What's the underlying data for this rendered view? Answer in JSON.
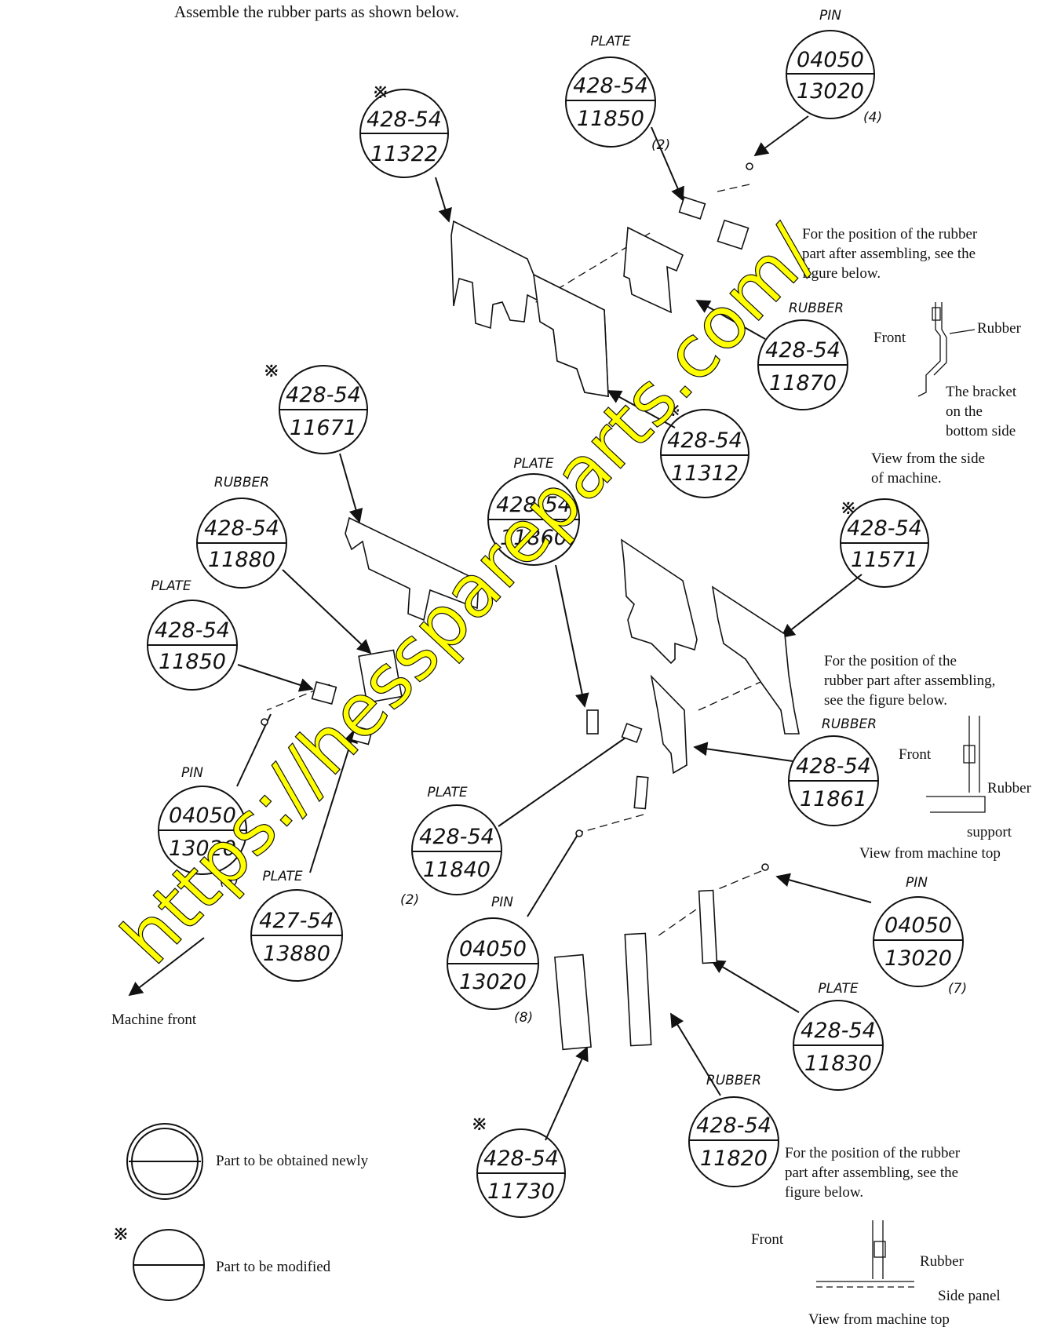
{
  "page": {
    "heading": "Assemble the rubber parts as shown below.",
    "machine_front": "Machine front",
    "watermark": "https://hesspareparts.com/"
  },
  "notes": {
    "note1_l1": "For the position of the rubber",
    "note1_l2": "part after assembling, see the",
    "note1_l3": "figure below.",
    "note2_l1": "For the position of the",
    "note2_l2": "rubber part after assembling,",
    "note2_l3": "see the figure below.",
    "note3_l1": "For the position of the rubber",
    "note3_l2": "part after assembling, see the",
    "note3_l3": "figure below."
  },
  "insets": {
    "side": {
      "front": "Front",
      "rubber": "Rubber",
      "bracket_l1": "The bracket",
      "bracket_l2": "on the",
      "bracket_l3": "bottom side",
      "caption_l1": "View from the side",
      "caption_l2": "of machine."
    },
    "top1": {
      "front": "Front",
      "rubber": "Rubber",
      "support": "support",
      "caption": "View from machine top"
    },
    "top2": {
      "front": "Front",
      "rubber": "Rubber",
      "panel": "Side panel",
      "caption": "View from machine top"
    }
  },
  "legend": {
    "new": "Part to be obtained newly",
    "modified": "Part to be modified",
    "mark": "※"
  },
  "callouts": [
    {
      "id": "c11322",
      "top": "428-54",
      "bottom": "11322",
      "label": "※",
      "qty": ""
    },
    {
      "id": "c11850a",
      "top": "428-54",
      "bottom": "11850",
      "label": "PLATE",
      "qty": "(2)"
    },
    {
      "id": "c13020a",
      "top": "04050",
      "bottom": "13020",
      "label": "PIN",
      "qty": "(4)"
    },
    {
      "id": "c11870",
      "top": "428-54",
      "bottom": "11870",
      "label": "RUBBER",
      "qty": ""
    },
    {
      "id": "c11312",
      "top": "428-54",
      "bottom": "11312",
      "label": "※",
      "qty": ""
    },
    {
      "id": "c11671",
      "top": "428-54",
      "bottom": "11671",
      "label": "※",
      "qty": ""
    },
    {
      "id": "c11880",
      "top": "428-54",
      "bottom": "11880",
      "label": "RUBBER",
      "qty": ""
    },
    {
      "id": "c11850b",
      "top": "428-54",
      "bottom": "11850",
      "label": "PLATE",
      "qty": ""
    },
    {
      "id": "c11860",
      "top": "428-54",
      "bottom": "11860",
      "label": "PLATE",
      "qty": ""
    },
    {
      "id": "c11571",
      "top": "428-54",
      "bottom": "11571",
      "label": "※",
      "qty": ""
    },
    {
      "id": "c11861",
      "top": "428-54",
      "bottom": "11861",
      "label": "RUBBER",
      "qty": ""
    },
    {
      "id": "c13020b",
      "top": "04050",
      "bottom": "13020",
      "label": "PIN",
      "qty": "(3)"
    },
    {
      "id": "c13880",
      "top": "427-54",
      "bottom": "13880",
      "label": "PLATE",
      "qty": ""
    },
    {
      "id": "c11840",
      "top": "428-54",
      "bottom": "11840",
      "label": "PLATE",
      "qty": "(2)"
    },
    {
      "id": "c13020c",
      "top": "04050",
      "bottom": "13020",
      "label": "PIN",
      "qty": "(8)"
    },
    {
      "id": "c13020d",
      "top": "04050",
      "bottom": "13020",
      "label": "PIN",
      "qty": "(7)"
    },
    {
      "id": "c11830",
      "top": "428-54",
      "bottom": "11830",
      "label": "PLATE",
      "qty": ""
    },
    {
      "id": "c11820",
      "top": "428-54",
      "bottom": "11820",
      "label": "RUBBER",
      "qty": ""
    },
    {
      "id": "c11730",
      "top": "428-54",
      "bottom": "11730",
      "label": "※",
      "qty": ""
    }
  ]
}
